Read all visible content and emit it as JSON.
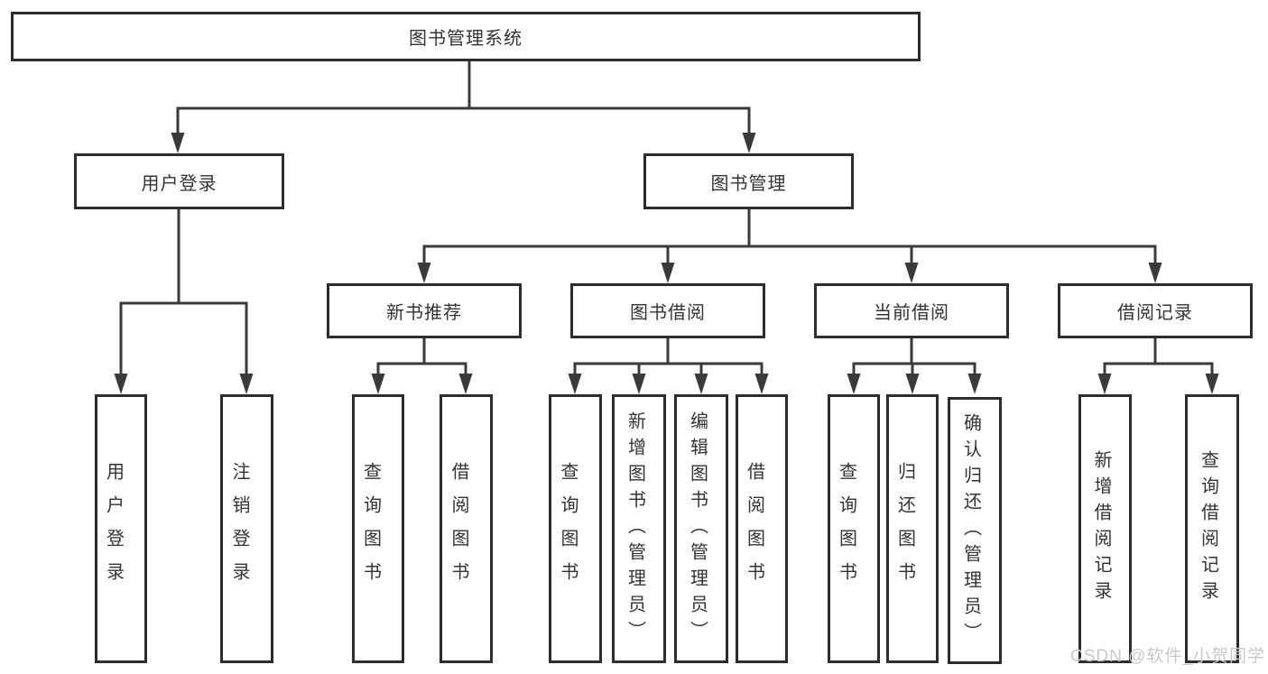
{
  "tree": {
    "label": "图书管理系统",
    "children": [
      {
        "label": "用户登录",
        "children": [
          {
            "label": "用户登录"
          },
          {
            "label": "注销登录"
          }
        ]
      },
      {
        "label": "图书管理",
        "children": [
          {
            "label": "新书推荐",
            "children": [
              {
                "label": "查询图书"
              },
              {
                "label": "借阅图书"
              }
            ]
          },
          {
            "label": "图书借阅",
            "children": [
              {
                "label": "查询图书"
              },
              {
                "label": "新增图书（管理员）"
              },
              {
                "label": "编辑图书（管理员）"
              },
              {
                "label": "借阅图书"
              }
            ]
          },
          {
            "label": "当前借阅",
            "children": [
              {
                "label": "查询图书"
              },
              {
                "label": "归还图书"
              },
              {
                "label": "确认归还（管理员）"
              }
            ]
          },
          {
            "label": "借阅记录",
            "children": [
              {
                "label": "新增借阅记录"
              },
              {
                "label": "查询借阅记录"
              }
            ]
          }
        ]
      }
    ]
  },
  "watermark": "CSDN @软件_小贺同学",
  "colors": {
    "line": "#3a3a3a",
    "box_border": "#2d2d2d",
    "text": "#333333",
    "background": "#ffffff",
    "watermark_text": "#c9c9c9"
  }
}
